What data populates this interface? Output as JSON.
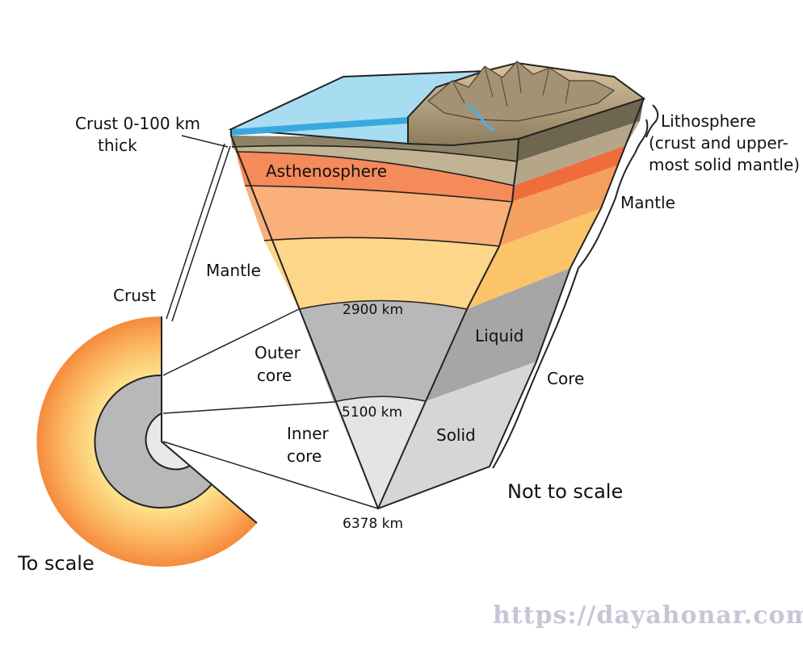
{
  "labels": {
    "crust_thick_line1": "Crust 0-100 km",
    "crust_thick_line2": "thick",
    "asthenosphere": "Asthenosphere",
    "lithosphere_line1": "Lithosphere",
    "lithosphere_line2": "(crust and upper-",
    "lithosphere_line3": "most solid mantle)",
    "mantle_right": "Mantle",
    "mantle_left": "Mantle",
    "crust": "Crust",
    "depth_2900": "2900 km",
    "liquid": "Liquid",
    "outer_core_line1": "Outer",
    "outer_core_line2": "core",
    "core": "Core",
    "depth_5100": "5100 km",
    "solid": "Solid",
    "inner_core_line1": "Inner",
    "inner_core_line2": "core",
    "not_to_scale": "Not to scale",
    "depth_6378": "6378 km",
    "to_scale": "To scale"
  },
  "watermark": "https://dayahonar.com/",
  "colors": {
    "ocean": "#a8dcf0",
    "crust": "#a8997a",
    "asthenosphere": "#f58a5a",
    "upper_mantle": "#f9b07a",
    "lower_mantle": "#fdd68a",
    "outer_core": "#b8b8b8",
    "inner_core": "#e4e4e4"
  }
}
